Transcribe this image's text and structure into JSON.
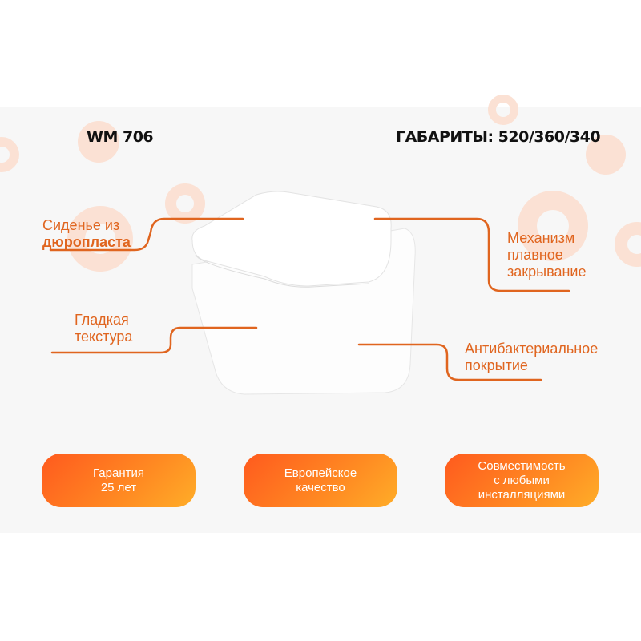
{
  "model": "WM 706",
  "dimensions": "ГАБАРИТЫ: 520/360/340",
  "features": {
    "seat": {
      "line1": "Сиденье из",
      "line2": "дюропласта"
    },
    "mechanism": {
      "line1": "Механизм",
      "line2": "плавное",
      "line3": "закрывание"
    },
    "texture": {
      "line1": "Гладкая",
      "line2": "текстура"
    },
    "coating": {
      "line1": "Антибактериальное",
      "line2": "покрытие"
    }
  },
  "badges": [
    {
      "line1": "Гарантия",
      "line2": "25 лет"
    },
    {
      "line1": "Европейское",
      "line2": "качество"
    },
    {
      "line1": "Совместимость",
      "line2": "с любыми",
      "line3": "инсталляциями"
    }
  ],
  "colors": {
    "accent": "#e0651f",
    "deco": "#fbe1d4",
    "panel": "#f7f7f7"
  }
}
